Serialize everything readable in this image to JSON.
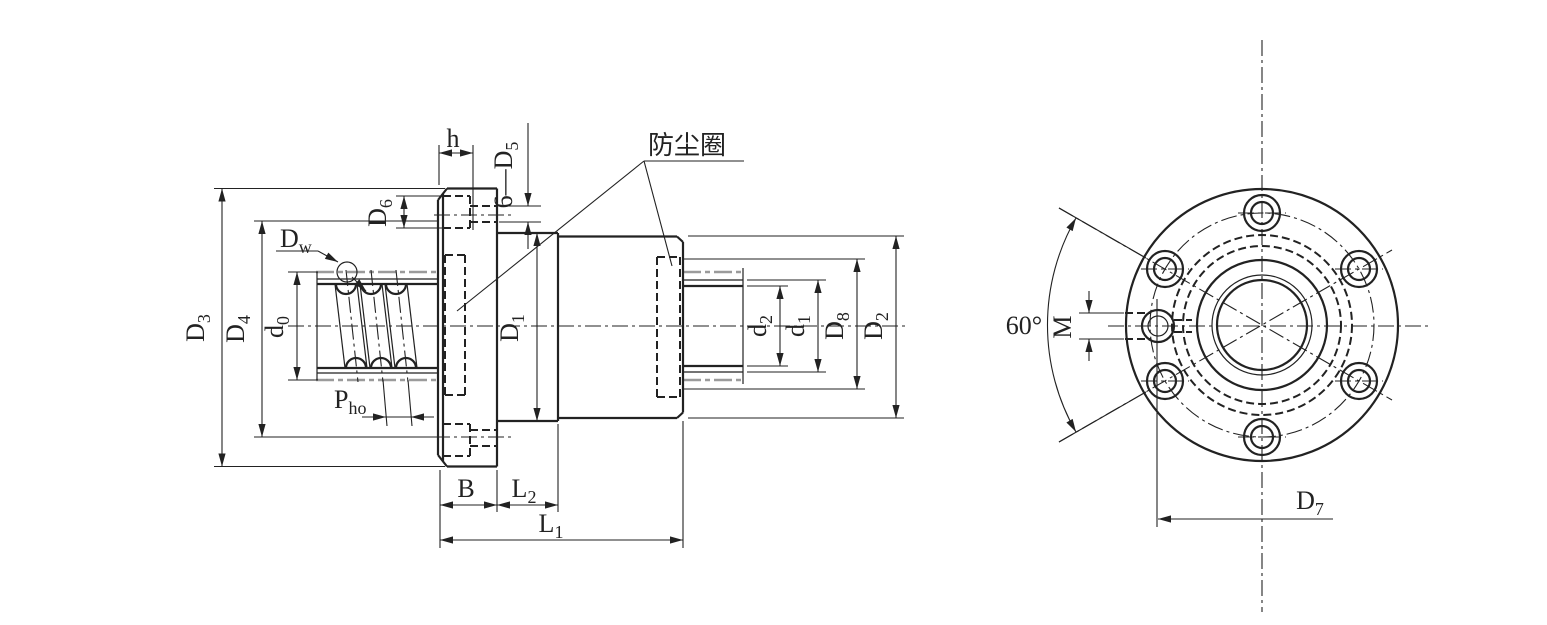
{
  "drawing": {
    "type": "ballscrew-flange-nut-engineering-drawing",
    "views": [
      "side-section-view",
      "front-flange-view"
    ]
  },
  "view_left": {
    "dust_ring_label": "防尘圈",
    "dims": {
      "h": {
        "base": "h",
        "sub": ""
      },
      "holes": {
        "base": "6—D",
        "sub": "5"
      },
      "D6": {
        "base": "D",
        "sub": "6"
      },
      "Dw": {
        "base": "D",
        "sub": "w"
      },
      "D3": {
        "base": "D",
        "sub": "3"
      },
      "D4": {
        "base": "D",
        "sub": "4"
      },
      "d0": {
        "base": "d",
        "sub": "0"
      },
      "Pho": {
        "base": "P",
        "sub": "ho"
      },
      "D1": {
        "base": "D",
        "sub": "1"
      },
      "d2": {
        "base": "d",
        "sub": "2"
      },
      "d1": {
        "base": "d",
        "sub": "1"
      },
      "D8": {
        "base": "D",
        "sub": "8"
      },
      "D2": {
        "base": "D",
        "sub": "2"
      },
      "B": {
        "base": "B",
        "sub": ""
      },
      "L2": {
        "base": "L",
        "sub": "2"
      },
      "L1": {
        "base": "L",
        "sub": "1"
      }
    }
  },
  "view_right": {
    "bolt_hole_count": 6,
    "dims": {
      "angle": {
        "base": "60°",
        "sub": ""
      },
      "M": {
        "base": "M",
        "sub": ""
      },
      "D7": {
        "base": "D",
        "sub": "7"
      }
    }
  },
  "colors": {
    "line": "#222222",
    "centerline_gray": "#9b9b9b",
    "background": "#ffffff"
  }
}
